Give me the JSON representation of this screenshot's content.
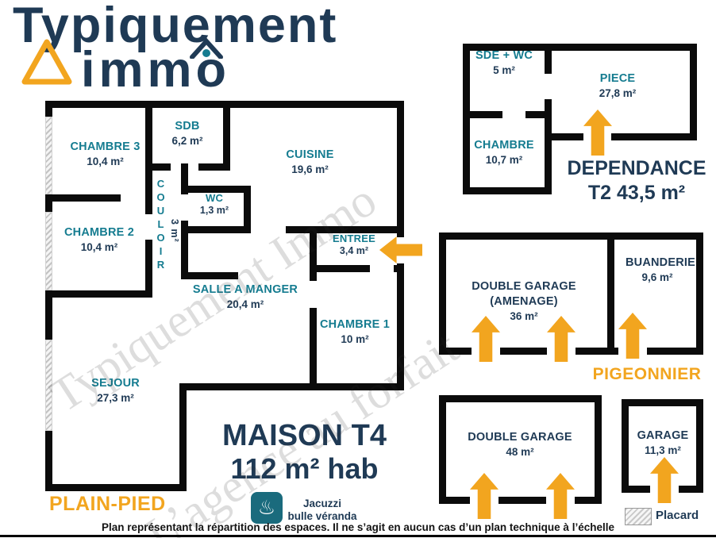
{
  "logo": {
    "word1": "Typiquement",
    "word2": "immo"
  },
  "watermark": {
    "line1": "Typiquement Immo",
    "line2": "L’agence au forfait"
  },
  "colors": {
    "teal": "#157C90",
    "navy": "#1F3A55",
    "orange": "#F2A51F",
    "wall": "#0B0B0B"
  },
  "main_house": {
    "title": "MAISON T4",
    "subtitle": "112 m² hab",
    "floor_label": "PLAIN-PIED",
    "rooms": {
      "chambre3": {
        "name": "CHAMBRE 3",
        "area": "10,4 m²"
      },
      "sdb": {
        "name": "SDB",
        "area": "6,2 m²"
      },
      "cuisine": {
        "name": "CUISINE",
        "area": "19,6 m²"
      },
      "couloir": {
        "name": "COULOIR",
        "area": "3 m²"
      },
      "wc": {
        "name": "WC",
        "area": "1,3 m²"
      },
      "chambre2": {
        "name": "CHAMBRE 2",
        "area": "10,4 m²"
      },
      "entree": {
        "name": "ENTREE",
        "area": "3,4 m²"
      },
      "salle_a_manger": {
        "name": "SALLE A MANGER",
        "area": "20,4 m²"
      },
      "chambre1": {
        "name": "CHAMBRE 1",
        "area": "10 m²"
      },
      "sejour": {
        "name": "SEJOUR",
        "area": "27,3 m²"
      }
    }
  },
  "dependance": {
    "title": "DEPENDANCE",
    "subtitle": "T2 43,5 m²",
    "rooms": {
      "sde_wc": {
        "name": "SDE + WC",
        "area": "5 m²"
      },
      "piece": {
        "name": "PIECE",
        "area": "27,8 m²"
      },
      "chambre": {
        "name": "CHAMBRE",
        "area": "10,7 m²"
      }
    }
  },
  "pigeonnier": {
    "title": "PIGEONNIER",
    "rooms": {
      "double_garage": {
        "name": "DOUBLE GARAGE",
        "name2": "(AMENAGE)",
        "area": "36 m²"
      },
      "buanderie": {
        "name": "BUANDERIE",
        "area": "9,6 m²"
      }
    }
  },
  "outbuildings": {
    "double_garage": {
      "name": "DOUBLE GARAGE",
      "area": "48 m²"
    },
    "garage": {
      "name": "GARAGE",
      "area": "11,3 m²"
    }
  },
  "legend": {
    "placard": "Placard",
    "jacuzzi": {
      "icon": "♨",
      "line1": "Jacuzzi",
      "line2": "bulle véranda"
    }
  },
  "disclaimer": "Plan représentant la répartition des espaces. Il ne s’agit en aucun cas d’un plan technique à l’échelle"
}
